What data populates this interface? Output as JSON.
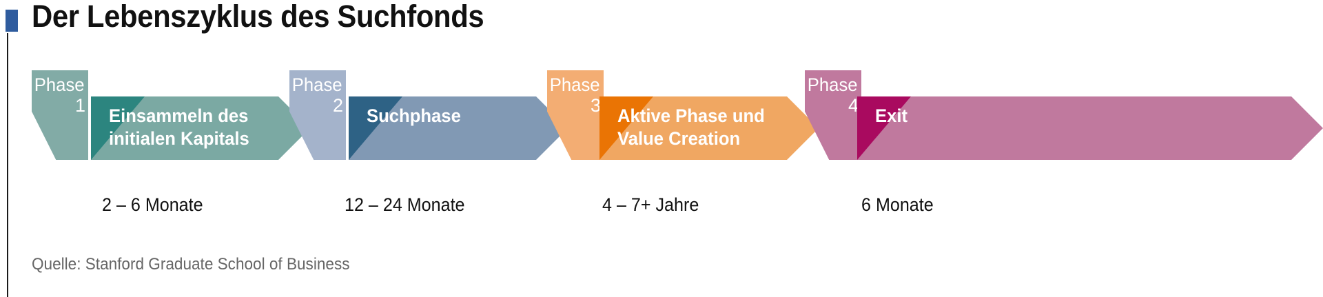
{
  "header": {
    "title": "Der Lebenszyklus des Suchfonds",
    "marker_color": "#2f5c9e"
  },
  "source": {
    "text": "Quelle: Stanford Graduate School of Business"
  },
  "chart_data": {
    "type": "diagram",
    "title": "Der Lebenszyklus des Suchfonds",
    "subtype": "phase-timeline",
    "phases": [
      {
        "tab_word": "Phase",
        "tab_number": "1",
        "label": "Einsammeln des\ninitialen Kapitals",
        "duration": "2 – 6 Monate",
        "tab_color": "#82aba6",
        "banner_color": "#7ba9a3",
        "shadow_color": "#2c857f"
      },
      {
        "tab_word": "Phase",
        "tab_number": "2",
        "label": "Suchphase",
        "duration": "12 – 24 Monate",
        "tab_color": "#a4b3cb",
        "banner_color": "#8199b4",
        "shadow_color": "#2e6285"
      },
      {
        "tab_word": "Phase",
        "tab_number": "3",
        "label": "Aktive Phase und\nValue Creation",
        "duration": "4 – 7+ Jahre",
        "tab_color": "#f3ad73",
        "banner_color": "#f0a762",
        "shadow_color": "#ea7404"
      },
      {
        "tab_word": "Phase",
        "tab_number": "4",
        "label": "Exit",
        "duration": "6 Monate",
        "tab_color": "#c0799e",
        "banner_color": "#c0799e",
        "shadow_color": "#a90a5f"
      }
    ]
  }
}
